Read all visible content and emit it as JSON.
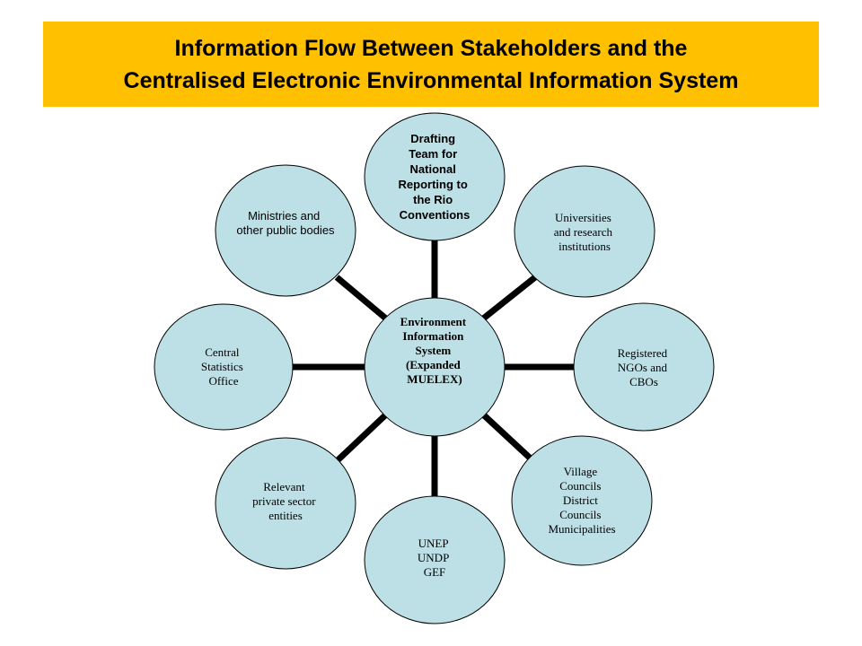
{
  "title": {
    "line1": "Information Flow Between Stakeholders and the",
    "line2": "Centralised Electronic Environmental Information System"
  },
  "hub": {
    "lines": [
      "Environment",
      "Information",
      "System",
      "(Expanded",
      "MUELEX)"
    ]
  },
  "nodes": {
    "drafting_team": {
      "lines": [
        "Drafting",
        "Team for",
        "National",
        "Reporting to",
        "the Rio",
        "Conventions"
      ]
    },
    "universities": {
      "lines": [
        "Universities",
        "and research",
        "institutions"
      ]
    },
    "ngos": {
      "lines": [
        "Registered",
        "NGOs and",
        "CBOs"
      ]
    },
    "village_councils": {
      "lines": [
        "Village",
        "Councils",
        "District",
        "Councils",
        "Municipalities"
      ]
    },
    "unep": {
      "lines": [
        "UNEP",
        "UNDP",
        "GEF"
      ]
    },
    "private_sector": {
      "lines": [
        "Relevant",
        "private sector",
        "entities"
      ]
    },
    "statistics_office": {
      "lines": [
        "Central",
        "Statistics",
        "Office"
      ]
    },
    "ministries": {
      "lines": [
        "Ministries and",
        "other public bodies"
      ]
    }
  },
  "colors": {
    "banner": "#ffc000",
    "node_fill": "#bde0e6",
    "connector": "#000000"
  }
}
